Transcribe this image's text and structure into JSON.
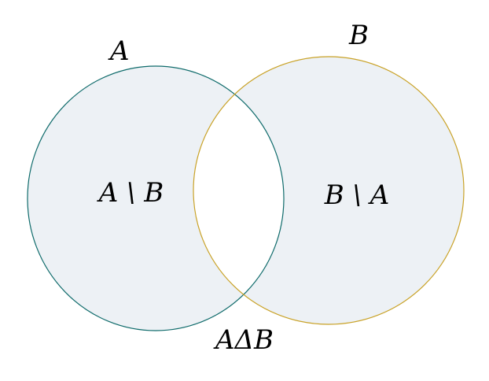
{
  "diagram": {
    "set_a": {
      "name": "A",
      "outline_color": "#0f6b6b"
    },
    "set_b": {
      "name": "B",
      "outline_color": "#c9a227"
    },
    "region_a_minus_b": {
      "label": "A \\ B"
    },
    "region_b_minus_a": {
      "label": "B \\ A"
    },
    "symmetric_difference": {
      "label": "AΔB"
    },
    "fill_color": "#edf1f5",
    "background_color": "#ffffff"
  }
}
